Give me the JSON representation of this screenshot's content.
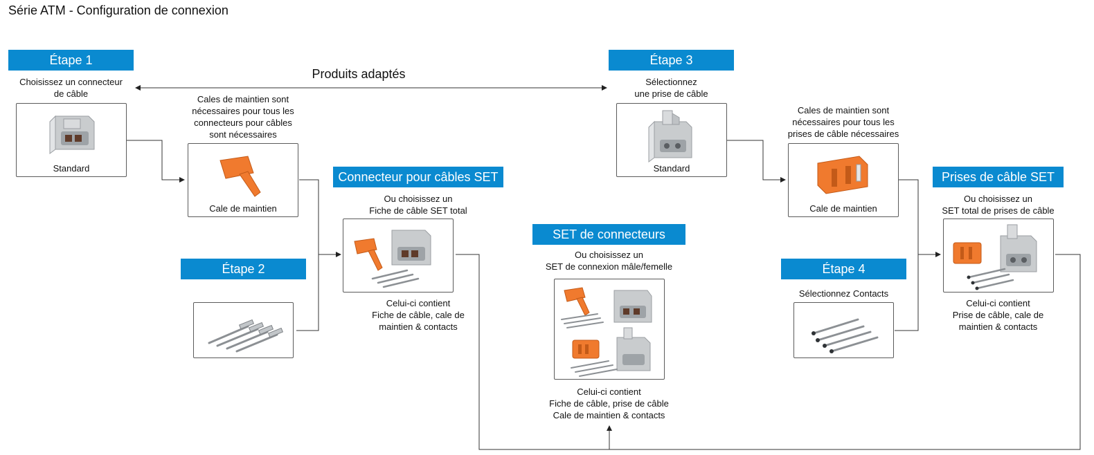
{
  "title": "Série ATM - Configuration de connexion",
  "suitable_products": "Produits adaptés",
  "steps": {
    "step1": {
      "label": "Étape 1",
      "caption_l1": "Choisissez un connecteur",
      "caption_l2": "de câble"
    },
    "step2": {
      "label": "Étape 2"
    },
    "step3": {
      "label": "Étape 3",
      "caption_l1": "Sélectionnez",
      "caption_l2": "une prise de câble"
    },
    "step4": {
      "label": "Étape 4",
      "caption": "Sélectionnez Contacts"
    }
  },
  "plug_box": {
    "label": "Standard"
  },
  "receptacle_box": {
    "label": "Standard"
  },
  "wedge_plug": {
    "caption_l1": "Cales de maintien sont",
    "caption_l2": "nécessaires pour tous les",
    "caption_l3": "connecteurs pour câbles",
    "caption_l4": "sont nécessaires",
    "label": "Cale de maintien"
  },
  "wedge_receptacle": {
    "caption_l1": "Cales de maintien sont",
    "caption_l2": "nécessaires pour tous les",
    "caption_l3": "prises de câble nécessaires",
    "label": "Cale de maintien"
  },
  "plug_set": {
    "header": "Connecteur pour câbles SET",
    "caption_l1": "Ou choisissez un",
    "caption_l2": "Fiche de câble SET total",
    "contains_l1": "Celui-ci contient",
    "contains_l2": "Fiche de câble, cale de",
    "contains_l3": "maintien & contacts"
  },
  "connector_set": {
    "header": "SET de connecteurs",
    "caption_l1": "Ou choisissez un",
    "caption_l2": "SET de connexion mâle/femelle",
    "contains_l1": "Celui-ci contient",
    "contains_l2": "Fiche de câble, prise de câble",
    "contains_l3": "Cale de maintien & contacts"
  },
  "receptacle_set": {
    "header": "Prises de câble SET",
    "caption_l1": "Ou choisissez un",
    "caption_l2": "SET total de prises de câble",
    "contains_l1": "Celui-ci contient",
    "contains_l2": "Prise de câble, cale de",
    "contains_l3": "maintien & contacts"
  },
  "colors": {
    "accent_blue": "#0a8ad0",
    "wedge_orange": "#f07a2e",
    "connector_grey": "#cfd2d4"
  }
}
